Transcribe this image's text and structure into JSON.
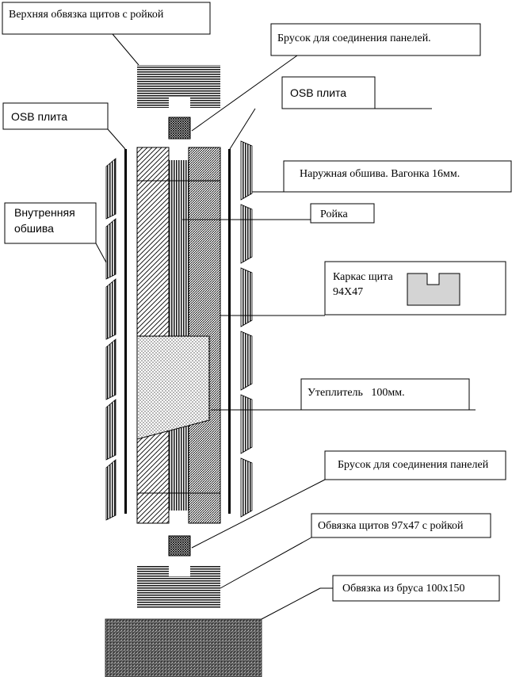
{
  "labels": {
    "top_plate": "Верхняя обвязка щитов с ройкой",
    "joint_bar_top": "Брусок для соединения панелей.",
    "osb_right": "OSB плита",
    "osb_left": "OSB плита",
    "outer_cladding": "Наружная обшива. Вагонка 16мм.",
    "inner_cladding_line1": "Внутренняя",
    "inner_cladding_line2": "обшива",
    "tongue": "Ройка",
    "frame_line1": "Каркас щита",
    "frame_line2": "94X47",
    "insulation": "Утеплитель   100мм.",
    "joint_bar_bottom": "Брусок для соединения панелей",
    "bottom_plate": "Обвязка щитов 97х47 с ройкой",
    "sill_beam": "Обвязка из бруса 100х150"
  },
  "colors": {
    "stroke": "#000000",
    "background": "#ffffff",
    "frame_icon_fill": "#d4d4d4",
    "sill_beam_fill": "#5a5a5a"
  }
}
